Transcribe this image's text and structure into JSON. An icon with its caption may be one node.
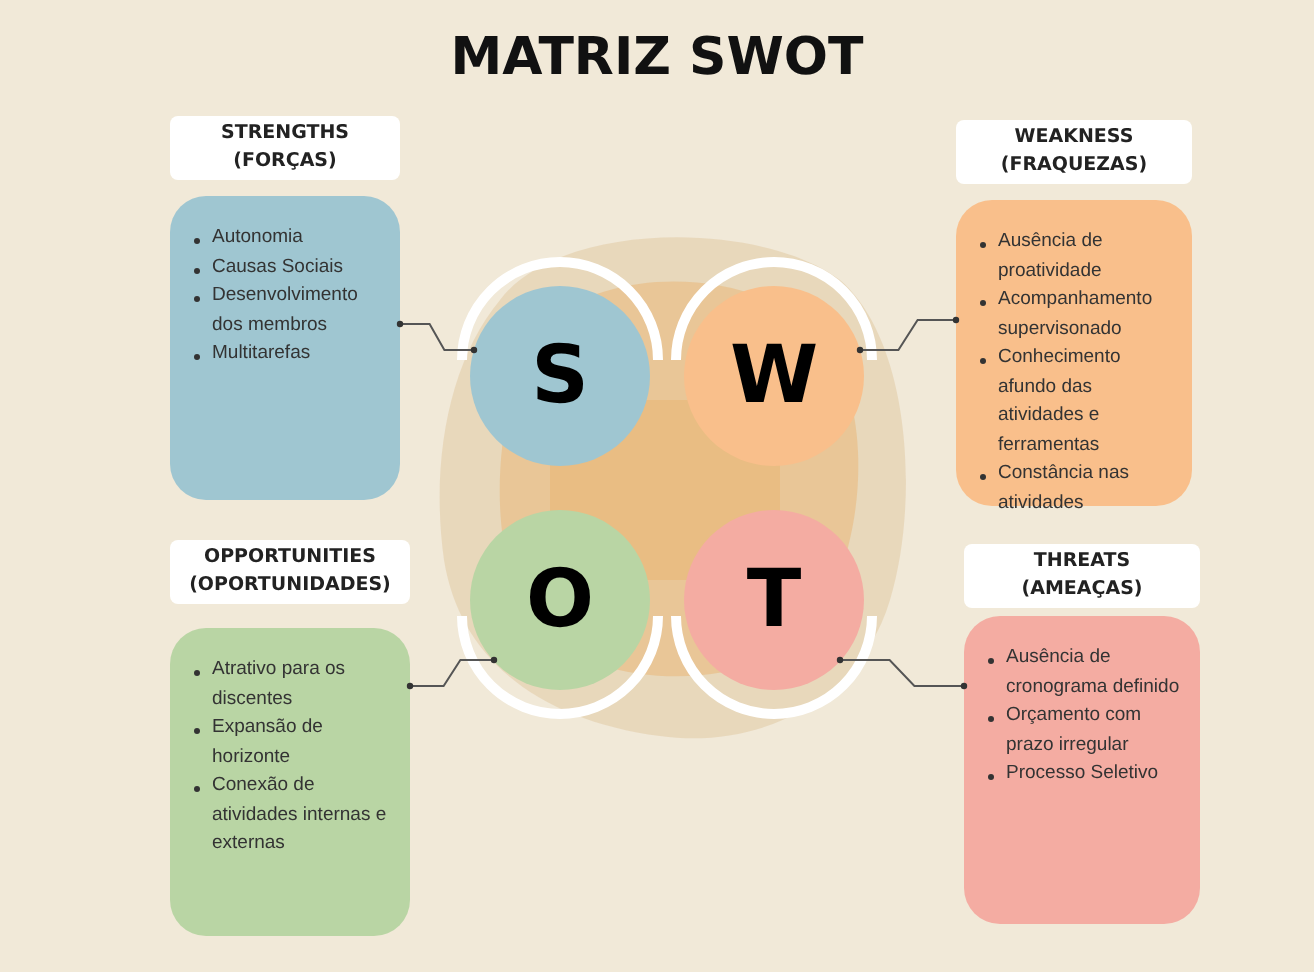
{
  "diagram": {
    "title": "MATRIZ SWOT",
    "nodes": [
      {
        "text": [
          "STRENGTHS (FORÇAS)",
          "Autonomia",
          "Causas Sociais",
          "Desenvolvimento dos membros",
          "Multitarefas"
        ]
      },
      {
        "text": [
          "WEAKNESS (FRAQUEZAS)",
          "Ausência de proatividade",
          "Acompanhamento supervisonado",
          "Conhecimento afundo das atividades e ferramentas",
          "Constância nas atividades"
        ]
      },
      {
        "text": [
          "S"
        ]
      },
      {
        "text": [
          "W"
        ]
      },
      {
        "text": [
          "O"
        ]
      },
      {
        "text": [
          "T"
        ]
      },
      {
        "text": [
          "OPPORTUNITIES (OPORTUNIDADES)",
          "Atrativo para os discentes",
          "Expansão de horizonte",
          "Conexão de atividades internas e externas"
        ]
      },
      {
        "text": [
          "THREATS (AMEAÇAS)",
          "Ausência de cronograma definido",
          "Orçamento com prazo irregular",
          "Processo Seletivo"
        ]
      }
    ],
    "edges": [
      {
        "from": 0,
        "to": 2,
        "arrow": "other"
      },
      {
        "from": 1,
        "to": 3,
        "arrow": "other"
      },
      {
        "from": 6,
        "to": 4,
        "arrow": "other"
      },
      {
        "from": 7,
        "to": 5,
        "arrow": "other"
      }
    ]
  }
}
